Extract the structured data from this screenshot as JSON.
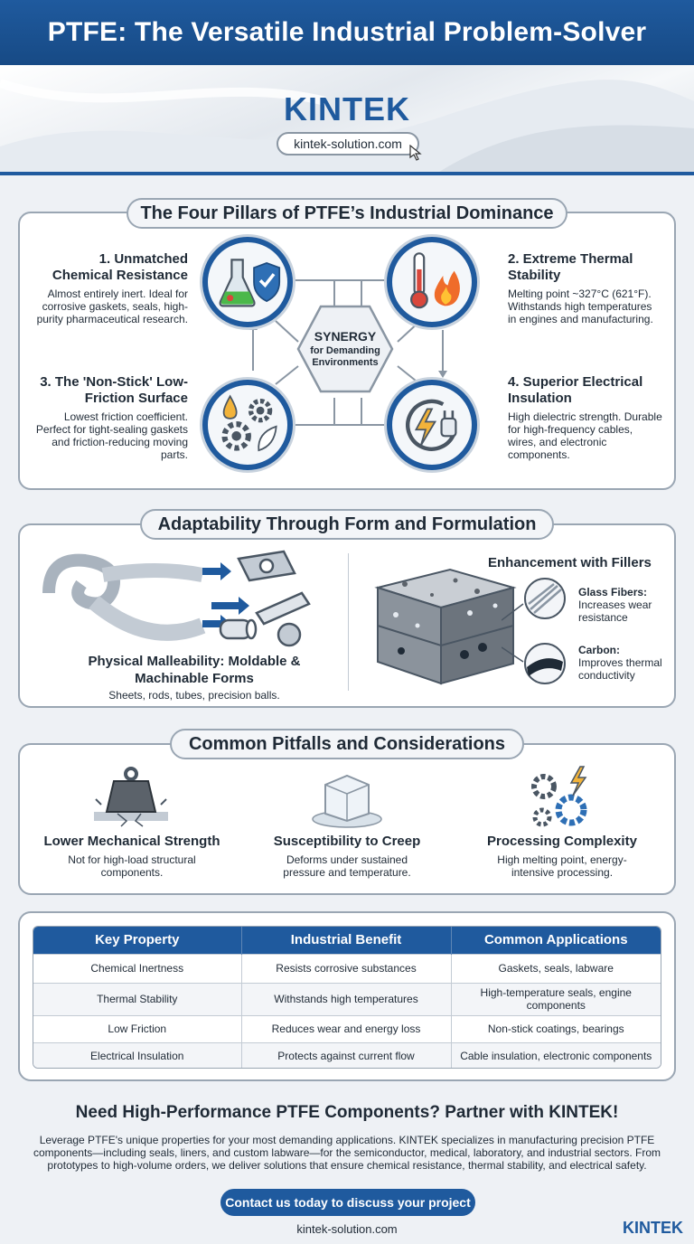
{
  "header": {
    "title": "PTFE: The Versatile Industrial Problem-Solver",
    "logo": "KINTEK",
    "url": "kintek-solution.com"
  },
  "pillars": {
    "title": "The Four Pillars of PTFE’s Industrial Dominance",
    "items": [
      {
        "heading": "1. Unmatched Chemical Resistance",
        "text": "Almost entirely inert. Ideal for corrosive gaskets, seals, high-purity pharmaceutical research."
      },
      {
        "heading": "2. Extreme Thermal Stability",
        "text": "Melting point ~327°C (621°F). Withstands high temperatures in engines and manufacturing."
      },
      {
        "heading": "3. The 'Non-Stick' Low-Friction Surface",
        "text": "Lowest friction coefficient. Perfect for tight-sealing gaskets and friction-reducing moving parts."
      },
      {
        "heading": "4. Superior Electrical Insulation",
        "text": "High dielectric strength. Durable for high-frequency cables, wires, and electronic components."
      }
    ],
    "synergy_title": "SYNERGY",
    "synergy_sub": "for Demanding Environments"
  },
  "adaptability": {
    "title": "Adaptability Through Form and Formulation",
    "malleability_heading": "Physical Malleability: Moldable & Machinable Forms",
    "malleability_text": "Sheets, rods, tubes, precision balls.",
    "fillers_heading": "Enhancement with Fillers",
    "fillers": [
      {
        "name": "Glass Fibers:",
        "text": "Increases wear resistance"
      },
      {
        "name": "Carbon:",
        "text": "Improves thermal conductivity"
      }
    ]
  },
  "pitfalls": {
    "title": "Common Pitfalls and Considerations",
    "items": [
      {
        "heading": "Lower Mechanical Strength",
        "text": "Not for high-load structural components."
      },
      {
        "heading": "Susceptibility to Creep",
        "text": "Deforms under sustained pressure and temperature."
      },
      {
        "heading": "Processing Complexity",
        "text": "High melting point, energy-intensive processing."
      }
    ]
  },
  "table": {
    "headers": [
      "Key Property",
      "Industrial Benefit",
      "Common Applications"
    ],
    "rows": [
      [
        "Chemical Inertness",
        "Resists corrosive substances",
        "Gaskets, seals, labware"
      ],
      [
        "Thermal Stability",
        "Withstands high temperatures",
        "High-temperature seals, engine components"
      ],
      [
        "Low Friction",
        "Reduces wear and energy loss",
        "Non-stick coatings, bearings"
      ],
      [
        "Electrical Insulation",
        "Protects against current flow",
        "Cable insulation, electronic components"
      ]
    ]
  },
  "cta": {
    "title": "Need High-Performance PTFE Components? Partner with KINTEK!",
    "body": "Leverage PTFE's unique properties for your most demanding applications. KINTEK specializes in manufacturing precision PTFE components—including seals, liners, and custom labware—for the semiconductor, medical, laboratory, and industrial sectors. From prototypes to high-volume orders, we deliver solutions that ensure chemical resistance, thermal stability, and electrical safety.",
    "button": "Contact us today to discuss your project",
    "footer_url": "kintek-solution.com",
    "footer_logo": "KINTEK"
  },
  "colors": {
    "brand_blue": "#1f5a9e",
    "panel_border": "#9aa6b3",
    "background": "#eef1f5"
  }
}
